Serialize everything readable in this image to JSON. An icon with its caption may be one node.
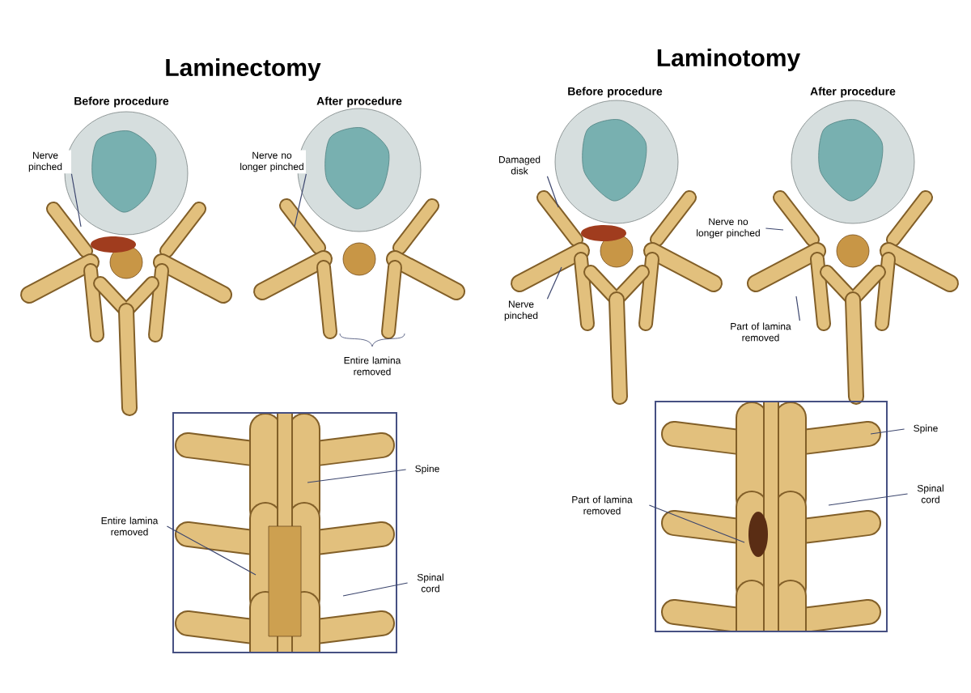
{
  "diagram": {
    "nodes": [
      {
        "text": [
          "Nerve pinched"
        ]
      },
      {
        "text": [
          "Nerve no longer pinched"
        ]
      },
      {
        "text": [
          "Spine"
        ]
      },
      {
        "text": [
          "Entire lamina removed"
        ]
      },
      {
        "text": [
          "Spinal cord"
        ]
      },
      {
        "text": [
          "Damaged disk"
        ]
      },
      {
        "text": [
          "Nerve pinched"
        ]
      },
      {
        "text": [
          "Nerve no longer pinched"
        ]
      },
      {
        "text": [
          "Part of lamina removed"
        ]
      },
      {
        "text": [
          "Spine"
        ]
      },
      {
        "text": [
          "Part of lamina removed"
        ]
      },
      {
        "text": [
          "Spinal cord"
        ]
      }
    ],
    "edges": [
      {
        "from": 0,
        "to": null,
        "arrow": "none"
      },
      {
        "from": 1,
        "to": null,
        "arrow": "none"
      },
      {
        "from": 2,
        "to": null,
        "arrow": "none"
      },
      {
        "from": 3,
        "to": null,
        "arrow": "none"
      },
      {
        "from": 4,
        "to": null,
        "arrow": "none"
      },
      {
        "from": 5,
        "to": null,
        "arrow": "none"
      },
      {
        "from": 6,
        "to": null,
        "arrow": "none"
      },
      {
        "from": 7,
        "to": null,
        "arrow": "none"
      },
      {
        "from": 8,
        "to": null,
        "arrow": "none"
      },
      {
        "from": 9,
        "to": null,
        "arrow": "none"
      },
      {
        "from": 10,
        "to": null,
        "arrow": "none"
      },
      {
        "from": 11,
        "to": null,
        "arrow": "none"
      }
    ],
    "labels": [
      "Laminectomy",
      "Before procedure",
      "After procedure",
      "Entire lamina removed",
      "Laminotomy",
      "Before procedure",
      "After procedure"
    ]
  }
}
